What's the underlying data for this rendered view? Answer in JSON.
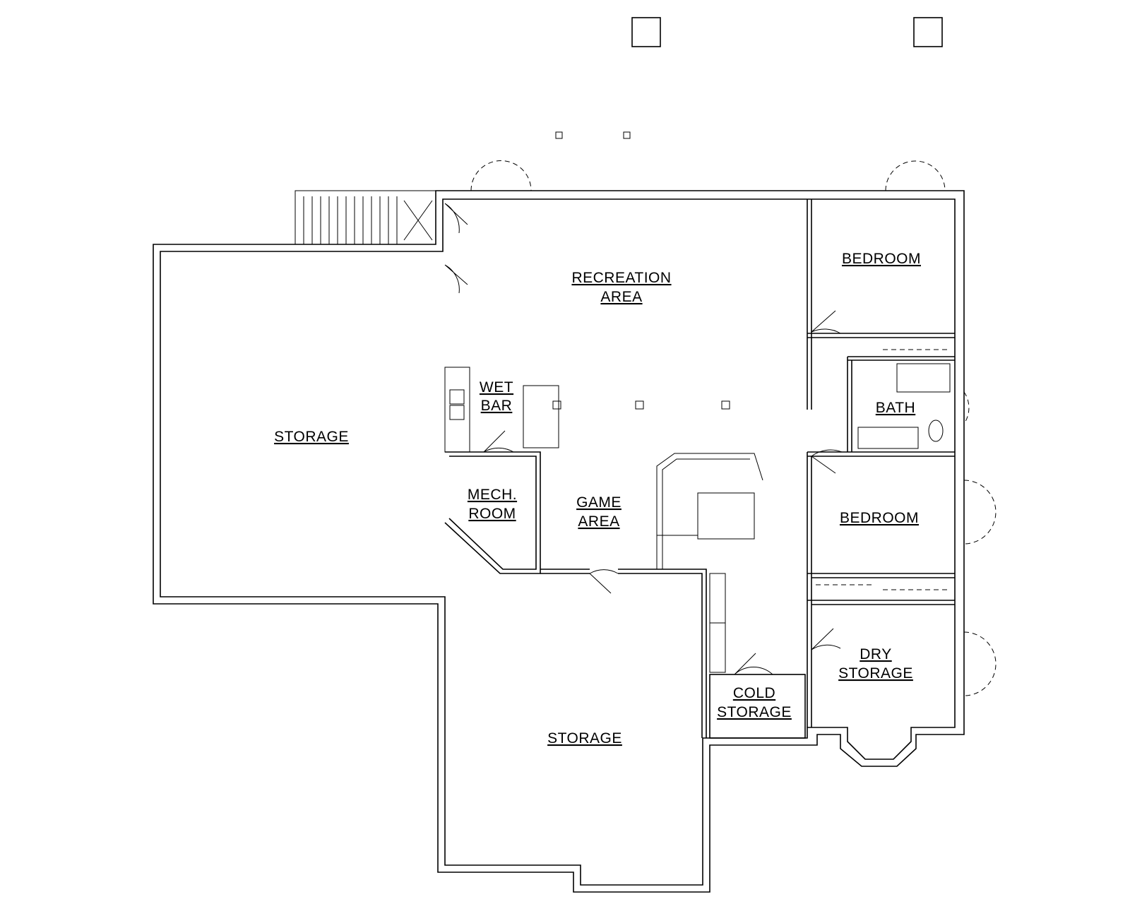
{
  "rooms": {
    "recreation_l1": "RECREATION",
    "recreation_l2": "AREA",
    "bedroom_top": "BEDROOM",
    "bath": "BATH",
    "wet_bar_l1": "WET",
    "wet_bar_l2": "BAR",
    "storage_left": "STORAGE",
    "mech_l1": "MECH.",
    "mech_l2": "ROOM",
    "game_l1": "GAME",
    "game_l2": "AREA",
    "bedroom_mid": "BEDROOM",
    "dry_l1": "DRY",
    "dry_l2": "STORAGE",
    "cold_l1": "COLD",
    "cold_l2": "STORAGE",
    "storage_bottom": "STORAGE"
  }
}
